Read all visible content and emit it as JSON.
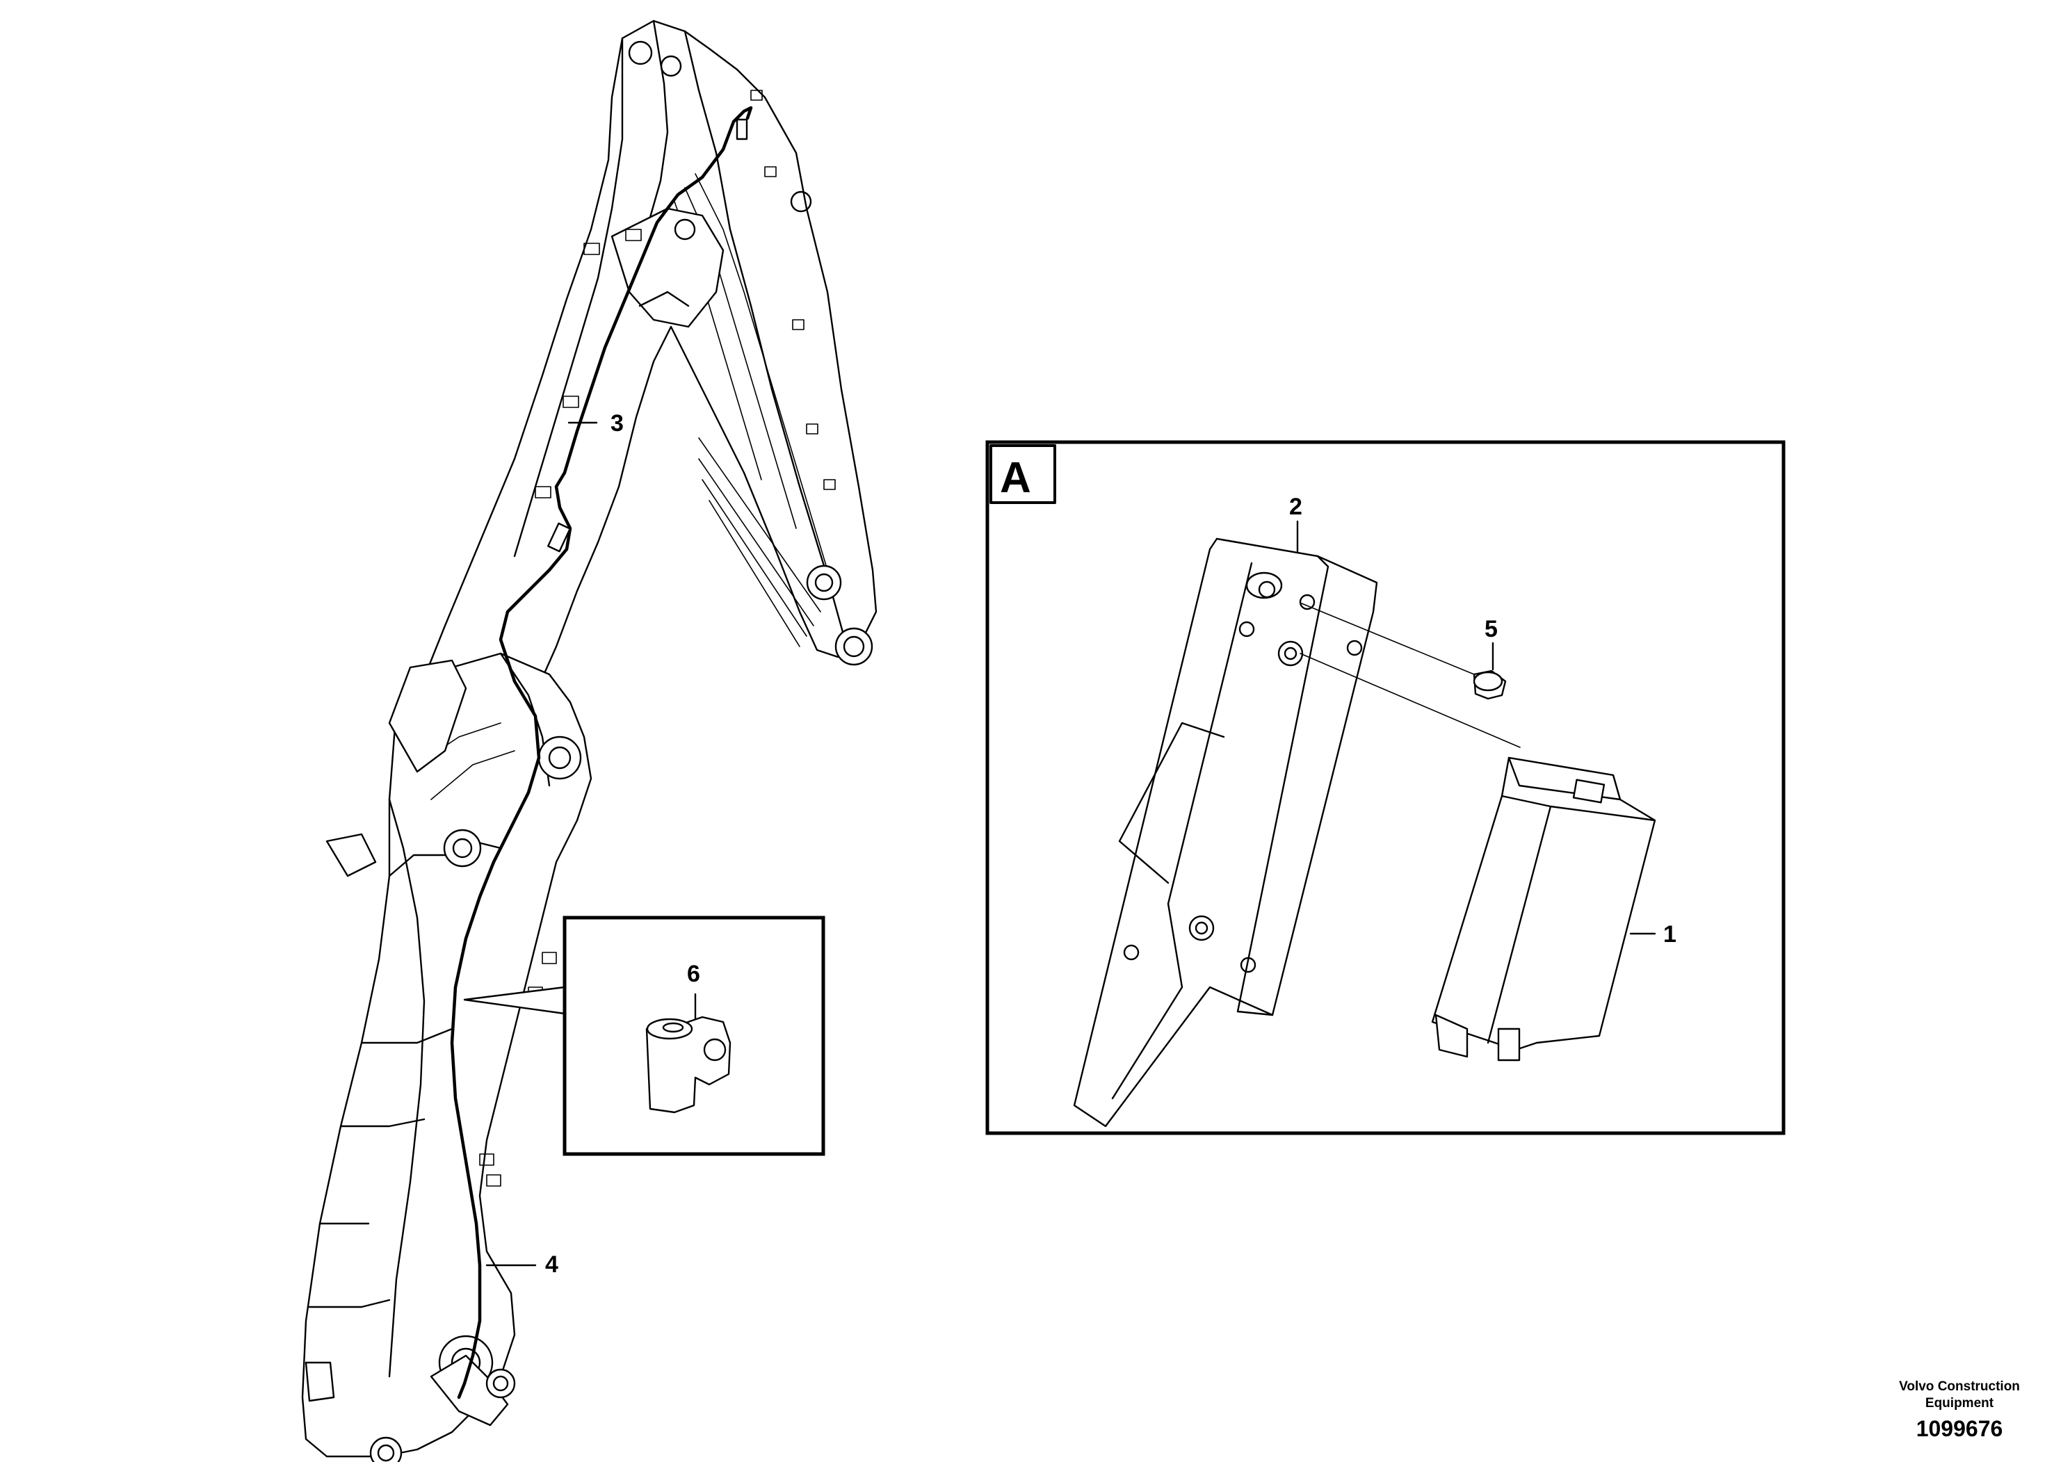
{
  "callouts": {
    "c1": "1",
    "c2": "2",
    "c3": "3",
    "c4": "4",
    "c5": "5",
    "c6": "6"
  },
  "detail": {
    "letter": "A"
  },
  "footer": {
    "brand_line1": "Volvo Construction",
    "brand_line2": "Equipment",
    "drawing_number": "1099676"
  }
}
